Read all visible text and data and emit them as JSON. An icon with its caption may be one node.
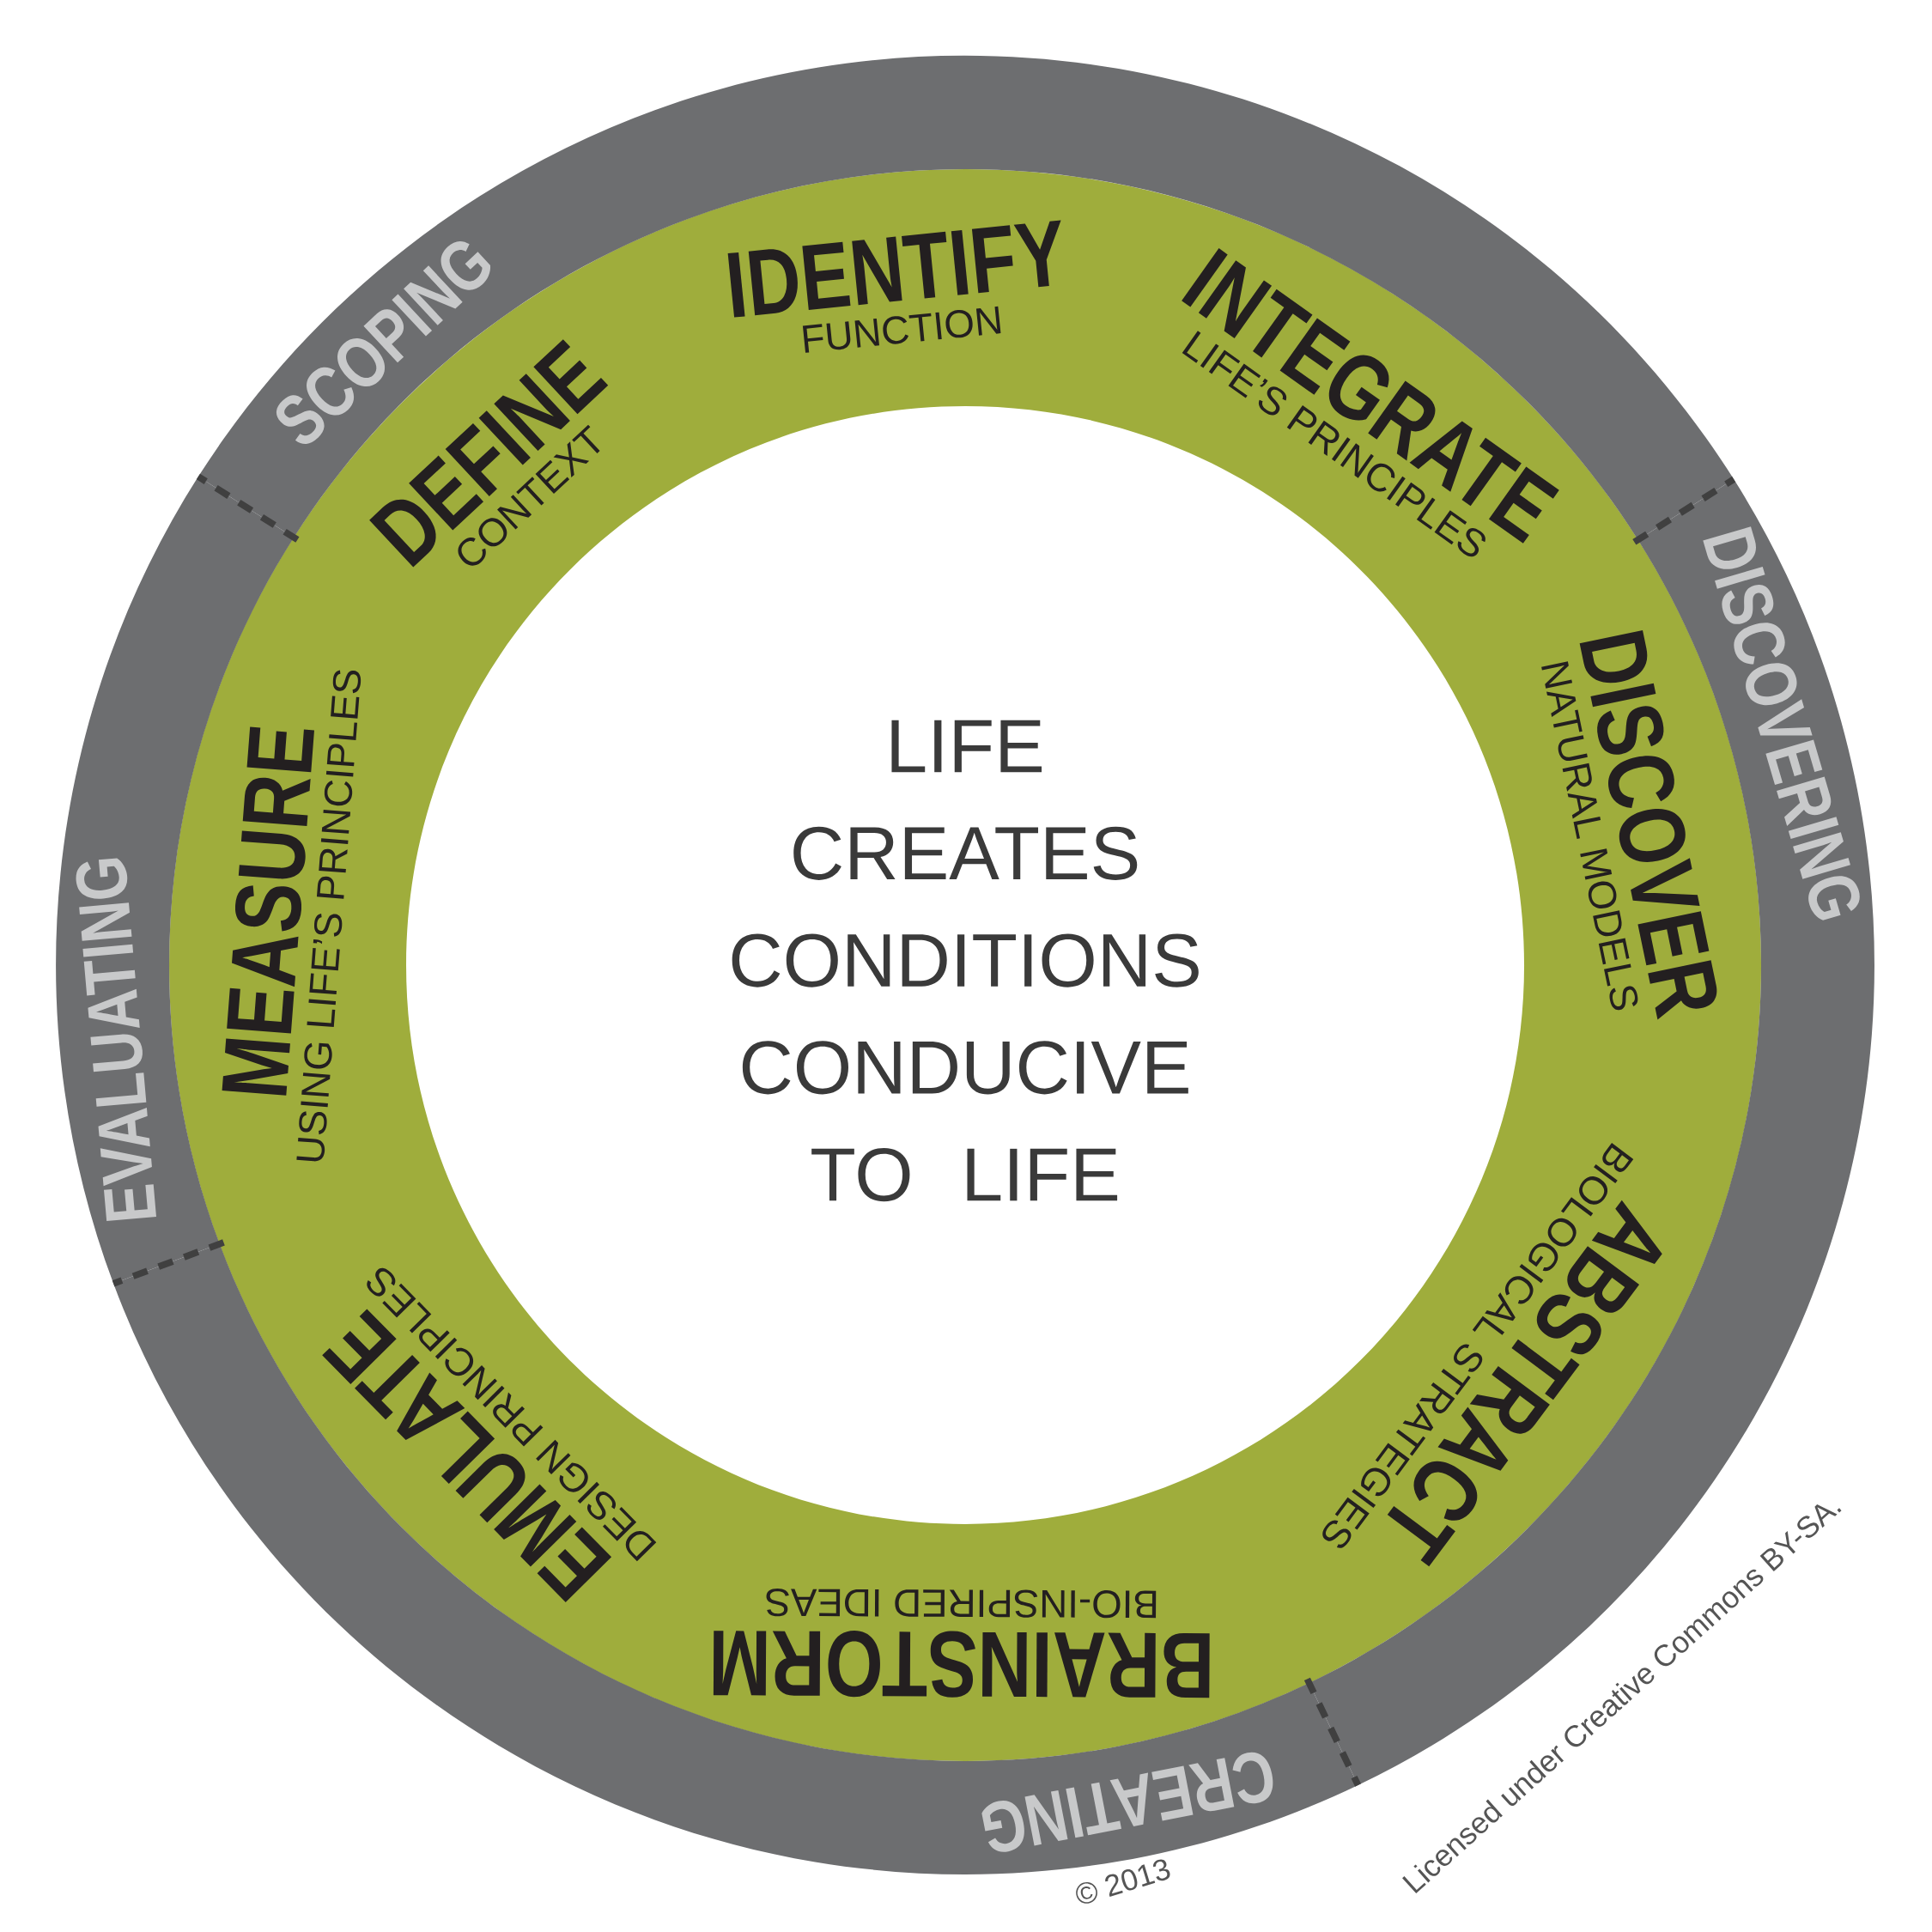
{
  "diagram": {
    "nodes": [
      {
        "text": [
          "SCOPING"
        ]
      },
      {
        "text": [
          "DISCOVERING"
        ]
      },
      {
        "text": [
          "CREATING"
        ]
      },
      {
        "text": [
          "EVALUATING"
        ]
      },
      {
        "text": [
          "IDENTIFY",
          "FUNCTION"
        ]
      },
      {
        "text": [
          "INTEGRATE",
          "LIFE’S PRINCIPLES"
        ]
      },
      {
        "text": [
          "DISCOVER",
          "NATURAL MODELS"
        ]
      },
      {
        "text": [
          "ABSTRACT",
          "BIOLOGICAL STRATEGIES"
        ]
      },
      {
        "text": [
          "BRAINSTORM",
          "BIO-INSPIRED IDEAS"
        ]
      },
      {
        "text": [
          "EMULATE",
          "DESIGN PRINCIPLES"
        ]
      },
      {
        "text": [
          "MEASURE",
          "USING LIFE’S PRINCIPLES"
        ]
      },
      {
        "text": [
          "DEFINE",
          "CONTEXT"
        ]
      },
      {
        "text": [
          "LIFE CREATES CONDITIONS CONDUCIVE TO LIFE"
        ]
      }
    ],
    "labels": [
      "© 2013",
      "Licensed under Creative Commons BY-SA."
    ]
  }
}
